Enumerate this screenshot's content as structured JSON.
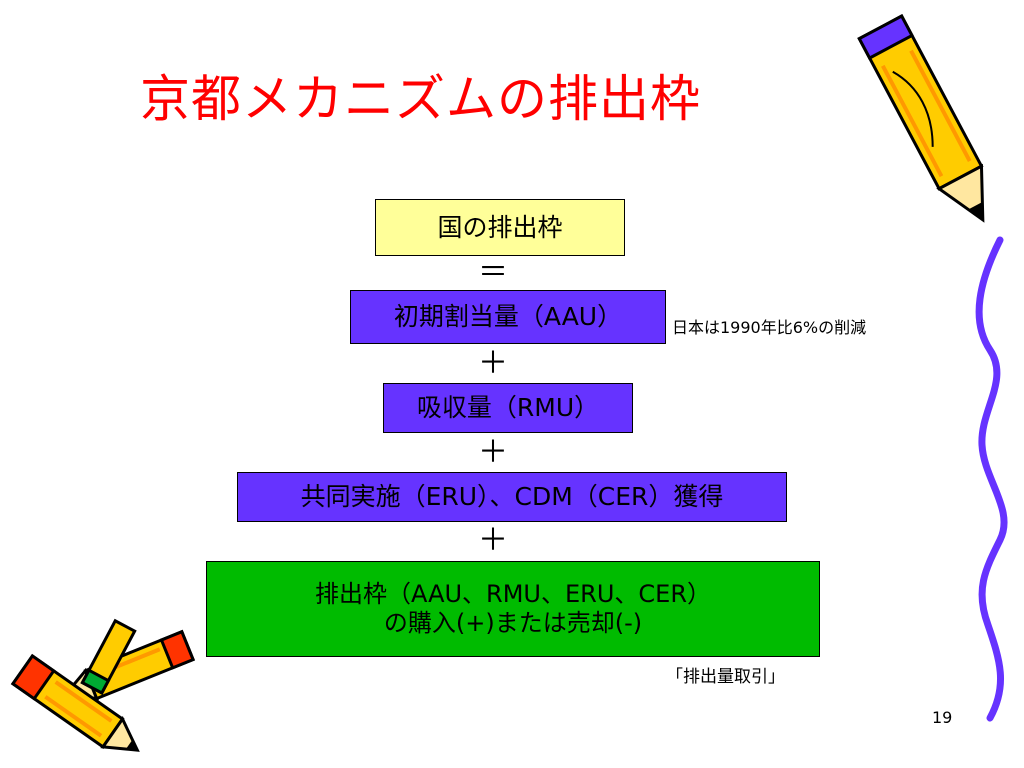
{
  "slide": {
    "title": "京都メカニズムの排出枠",
    "page_number": "19"
  },
  "diagram": {
    "national_quota": "国の排出枠",
    "equals": "＝",
    "aau": "初期割当量（AAU）",
    "aau_note": "日本は1990年比6%の削減",
    "plus_1": "＋",
    "rmu": "吸収量（RMU）",
    "plus_2": "＋",
    "eru_cer": "共同実施（ERU）、CDM（CER）獲得",
    "plus_3": "＋",
    "trade_line1": "排出枠（AAU、RMU、ERU、CER）",
    "trade_line2": "の購入(+)または売却(-)",
    "trade_note": "「排出量取引」"
  },
  "colors": {
    "title": "#ff0000",
    "yellow_box": "#ffff99",
    "purple_box": "#6633ff",
    "green_box": "#00bb00",
    "pencil_body": "#ffcc00",
    "right_line": "#6633ff"
  },
  "icons": [
    "pencil-icon",
    "pencil-icon",
    "pencil-icon"
  ]
}
